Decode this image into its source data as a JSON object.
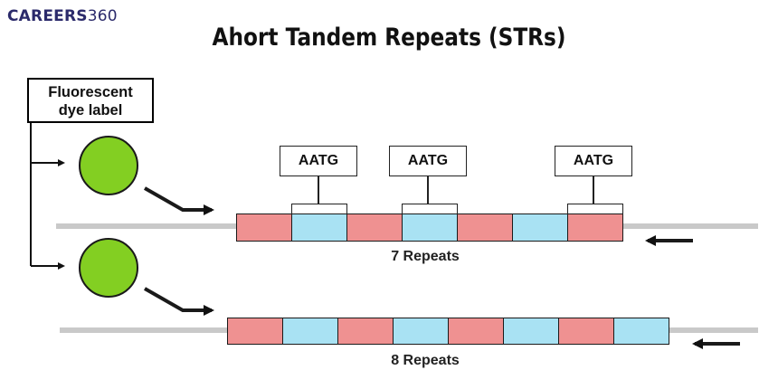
{
  "logo": {
    "word": "CAREERS",
    "number": "360"
  },
  "title": "Ahort Tandem Repeats (STRs)",
  "dye_label": {
    "line1": "Fluorescent",
    "line2": "dye label"
  },
  "motif_labels": [
    "AATG",
    "AATG",
    "AATG"
  ],
  "top_strand": {
    "caption": "7 Repeats",
    "segments": [
      "pink",
      "blue",
      "pink",
      "blue",
      "pink",
      "blue",
      "pink"
    ]
  },
  "bottom_strand": {
    "caption": "8 Repeats",
    "segments": [
      "pink",
      "blue",
      "pink",
      "blue",
      "pink",
      "blue",
      "pink",
      "blue"
    ]
  },
  "colors": {
    "pink": "#ef9191",
    "blue": "#a9e2f3",
    "dye": "#83cf22",
    "strand": "#c9c9c9"
  }
}
